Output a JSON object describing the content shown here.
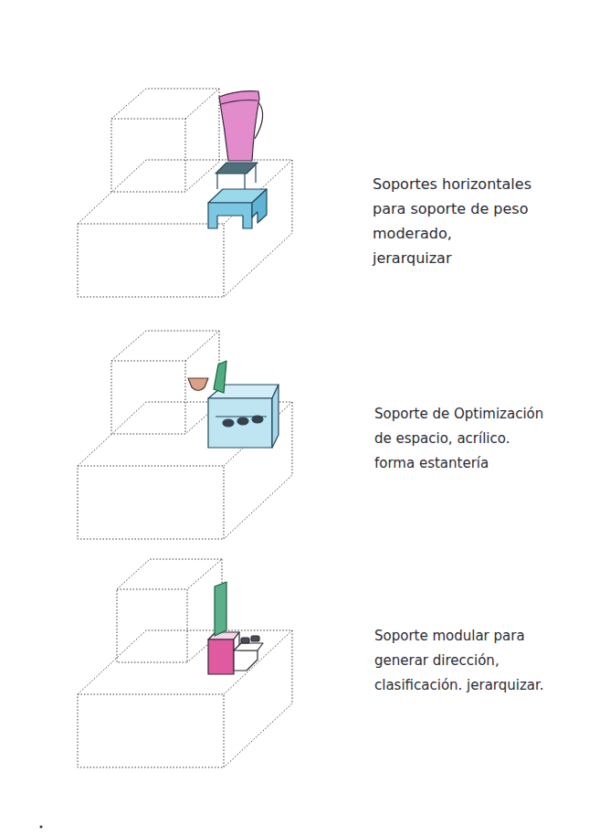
{
  "diagram": {
    "labels": [
      "Soportes horizontales para soporte de peso moderado, jerarquizar",
      "Soporte de Optimización de espacio, acrílico. forma estantería",
      "Soporte modular para generar dirección, clasificación. jerarquizar."
    ]
  }
}
